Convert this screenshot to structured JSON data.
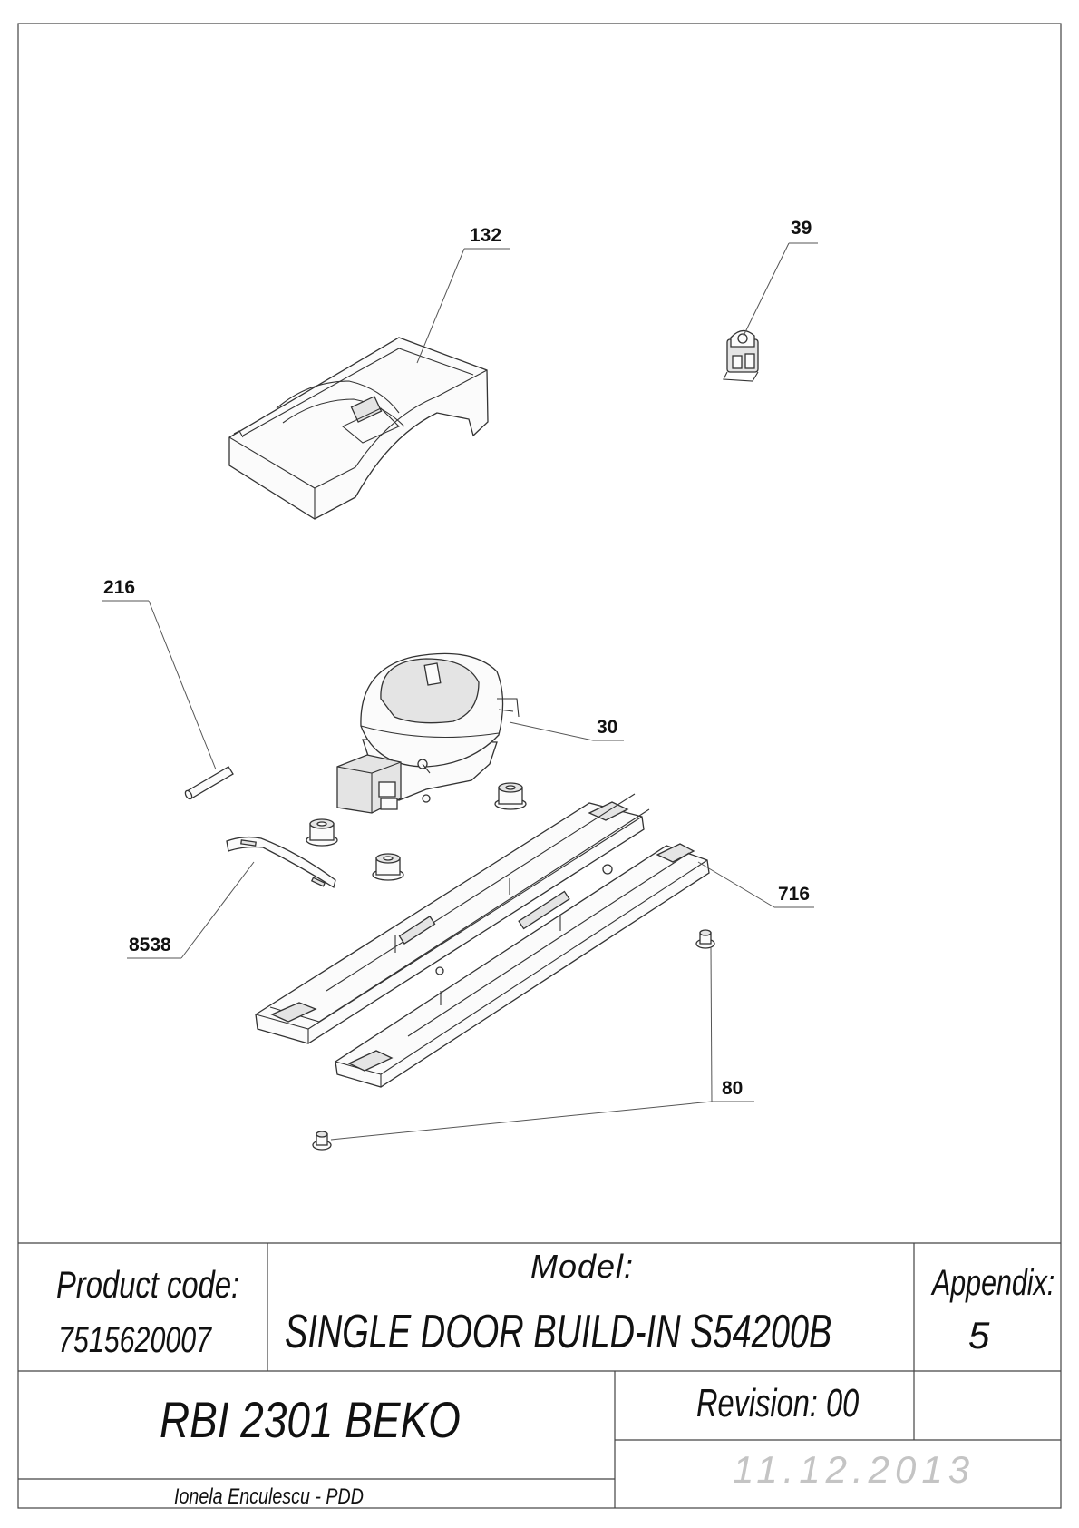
{
  "drawing": {
    "callouts": [
      "132",
      "39",
      "216",
      "30",
      "716",
      "8538",
      "80"
    ]
  },
  "title_block": {
    "product_code_label": "Product code:",
    "product_code": "7515620007",
    "model_label": "Model:",
    "model": "SINGLE DOOR BUILD-IN S54200B",
    "appendix_label": "Appendix:",
    "appendix": "5",
    "product_name": "RBI 2301 BEKO",
    "revision": "Revision: 00",
    "author": "Ionela Enculescu - PDD",
    "date": "11.12.2013"
  }
}
